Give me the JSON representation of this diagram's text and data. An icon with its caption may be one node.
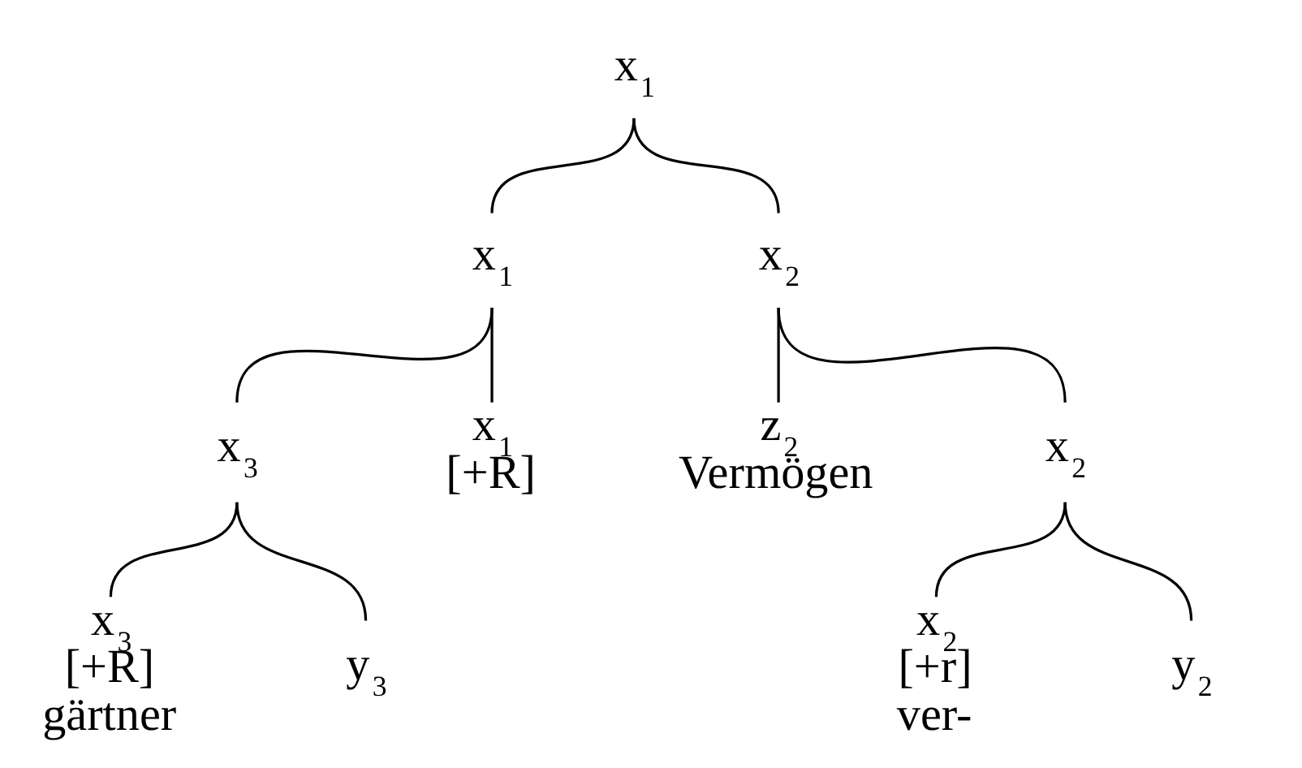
{
  "diagram": {
    "nodes": [
      {
        "text": [
          "x$_{1}$"
        ]
      },
      {
        "text": [
          "x$_{1}$"
        ]
      },
      {
        "text": [
          "x$_{2}$"
        ]
      },
      {
        "text": [
          "x$_{3}$"
        ]
      },
      {
        "text": [
          "x$_{1}$",
          "[+R]"
        ]
      },
      {
        "text": [
          "z$_{2}$",
          "Vermögen"
        ]
      },
      {
        "text": [
          "x$_{2}$"
        ]
      },
      {
        "text": [
          "x$_{3}$",
          "[+R]",
          "gärtner"
        ]
      },
      {
        "text": [
          "y$_{3}$"
        ]
      },
      {
        "text": [
          "x$_{2}$",
          "[+r]",
          "ver-"
        ]
      },
      {
        "text": [
          "y$_{2}$"
        ]
      }
    ],
    "edges": [
      {
        "from": 0,
        "to": 1,
        "arrow": "none"
      },
      {
        "from": 0,
        "to": 2,
        "arrow": "none"
      },
      {
        "from": 1,
        "to": 3,
        "arrow": "none"
      },
      {
        "from": 1,
        "to": 4,
        "arrow": "none"
      },
      {
        "from": 2,
        "to": 5,
        "arrow": "none"
      },
      {
        "from": 2,
        "to": 6,
        "arrow": "none"
      },
      {
        "from": 3,
        "to": 7,
        "arrow": "none"
      },
      {
        "from": 3,
        "to": 8,
        "arrow": "none"
      },
      {
        "from": 6,
        "to": 9,
        "arrow": "none"
      },
      {
        "from": 6,
        "to": 10,
        "arrow": "none"
      }
    ]
  }
}
